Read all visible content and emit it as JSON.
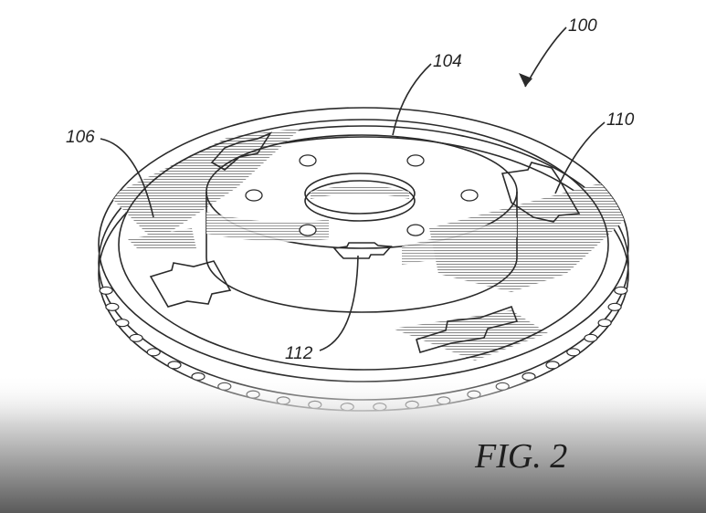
{
  "figure": {
    "caption": "FIG. 2",
    "reference_numerals": {
      "assembly": "100",
      "hat": "104",
      "friction_surface": "106",
      "emblem_on_rotor": "110",
      "emblem_on_hat": "112"
    }
  },
  "colors": {
    "ink": "#2a2a2a",
    "shade": "#9a9a9a",
    "emblem_fill": "#6a6a6a",
    "bottom_fade": "#5a5a5a"
  }
}
